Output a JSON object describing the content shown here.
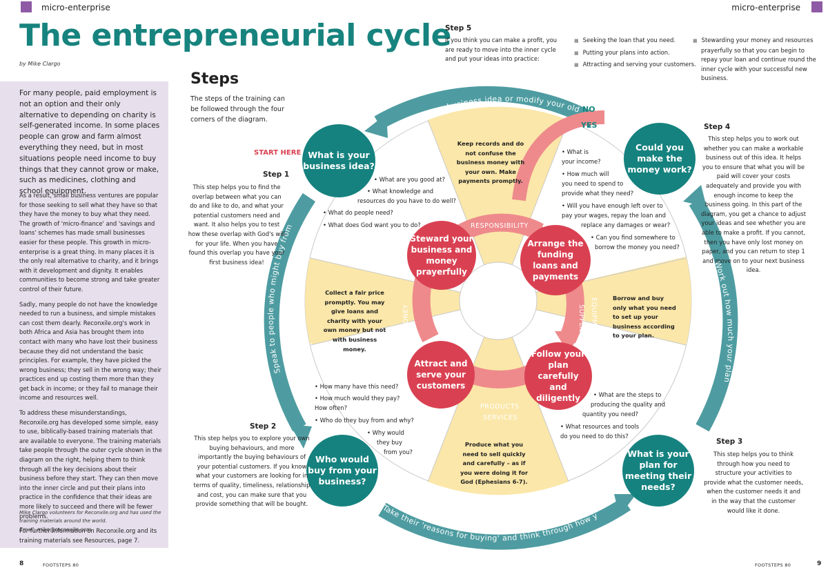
{
  "header": {
    "section_tag_left": "micro-enterprise",
    "section_tag_right": "micro-enterprise",
    "title": "The entrepreneurial cycle",
    "byline": "by Mike Clargo"
  },
  "left_page": {
    "intro": "For many people, paid employment is not an option and their only alternative to depending on charity is self-generated income. In some places people can grow and farm almost everything they need, but in most situations people need income to buy things that they cannot grow or make, such as medicines, clothing and school equipment.",
    "paragraphs": [
      "As a result, small business ventures are popular for those seeking to sell what they have so that they have the money to buy what they need. The growth of 'micro-finance' and 'savings and loans' schemes has made small businesses easier for these people. This growth in micro-enterprise is a great thing. In many places it is the only real alternative to charity, and it brings with it development and dignity. It enables communities to become strong and take greater control of their future.",
      "Sadly, many people do not have the knowledge needed to run a business, and simple mistakes can cost them dearly. Reconxile.org's work in both Africa and Asia has brought them into contact with many who have lost their business because they did not understand the basic principles. For example, they have picked the wrong business; they sell in the wrong way; their practices end up costing them more than they get back in income; or they fail to manage their income and resources well.",
      "To address these misunderstandings, Reconxile.org has developed some simple, easy to use, biblically-based training materials that are available to everyone. The training materials take people through the outer cycle shown in the diagram on the right, helping them to think through all the key decisions about their business before they start. They can then move into the inner circle and put their plans into practice in the confidence that their ideas are more likely to succeed and there will be fewer problems.",
      "For further information on Reconxile.org and its training materials see Resources, page 7."
    ],
    "credit": "Mike Clargo volunteers for Reconxile.org and has used the training materials around the world.",
    "email": "Email: mike@reconxile.com"
  },
  "steps": {
    "heading": "Steps",
    "subheading": "The steps of the training can be followed through the four corners of the diagram.",
    "start_here": "START HERE",
    "step1": {
      "heading": "Step 1",
      "text": "This step helps you to find the overlap between what you can do and like to do, and what your potential customers need and want. It also helps you to test how these overlap with God's will for your life. When you have found this overlap you have your first business idea!"
    },
    "step2": {
      "heading": "Step 2",
      "text": "This step helps you to explore your own buying behaviours, and more importantly the buying behaviours of your potential customers. If you know what your customers are looking for in terms of quality, timeliness, relationship and cost, you can make sure that you provide something that will be bought."
    },
    "step3": {
      "heading": "Step 3",
      "text": "This step helps you to think through how you need to structure your activities to provide what the customer needs, when the customer needs it and in the way that the customer would like it done."
    },
    "step4": {
      "heading": "Step 4",
      "text": "This step helps you to work out whether you can make a workable business out of this idea. It helps you to ensure that what you will be paid will cover your costs adequately and provide you with enough income to keep the business going. In this part of the diagram, you get a chance to adjust your ideas and see whether you are able to make a profit. If you cannot, then you have only lost money on paper, and you can return to step 1 and move on to your next business idea."
    },
    "step5": {
      "heading": "Step 5",
      "text": "If you think you can make a profit, you are ready to move into the inner cycle and put your ideas into practice:",
      "bullets_a": [
        "Seeking the loan that you need.",
        "Putting your plans into action.",
        "Attracting and serving your customers."
      ],
      "bullet_b": "Stewarding your money and resources prayerfully so that you can begin to repay your loan and continue round the inner cycle with your successful new business."
    }
  },
  "diagram": {
    "outer_circles": {
      "top_left": "What is your business idea?",
      "top_right": "Could you make the money work?",
      "bottom_left": "Who would buy from your business?",
      "bottom_right": "What is your plan for meeting their needs?"
    },
    "inner_circles": {
      "steward": "Steward your business and money prayerfully",
      "arrange": "Arrange the funding loans and payments",
      "attract": "Attract and serve your customers",
      "follow": "Follow your plan carefully and diligently"
    },
    "arrow_labels": {
      "responsibility": "RESPONSIBILITY",
      "money": "MONEY",
      "equipment": "EQUIPMENT",
      "supplies": "SUPPLIES",
      "products": "PRODUCTS",
      "services": "SERVICES"
    },
    "wedge_texts": {
      "top": "Keep records and do not confuse the business money with your own. Make payments promptly.",
      "left": "Collect a fair price promptly. You may give loans and charity with your own money but not with business money.",
      "right": "Borrow and buy only what you need to set up your business according to your plan.",
      "bottom": "Produce what you need to sell quickly and carefully – as if you were doing it for God (Ephesians 6-7)."
    },
    "rim_texts": {
      "top": "Think of a new business idea or modify your old one",
      "left": "Speak to people who might buy from you",
      "right": "Work out how much your plan will cost",
      "bottom": "Take their 'reasons for buying' and think through how you will do this"
    },
    "no_label": "NO",
    "yes_label": "YES",
    "questions": {
      "q1": "• What are you good at?",
      "q2": "• What knowledge and",
      "q2b": "resources do you have to do well?",
      "q3": "• What do people need?",
      "q4": "• What does God want you to do?",
      "q5": "• What is",
      "q5b": "your income?",
      "q6": "• How much will",
      "q6b": "you need to spend to",
      "q6c": "provide what they need?",
      "q7": "• Will you have enough left over to",
      "q7b": "pay your wages, repay the loan and",
      "q7c": "replace any damages or wear?",
      "q8": "• Can you find somewhere to",
      "q8b": "borrow the money you need?",
      "q9": "• How many have this need?",
      "q10": "• How much would they pay?",
      "q10b": "How often?",
      "q11": "• Who do they buy from and why?",
      "q12": "• Why would",
      "q12b": "they buy",
      "q12c": "from you?",
      "q13": "• What are the steps to",
      "q13b": "producing the quality and",
      "q13c": "quantity you need?",
      "q14": "• What resources and tools",
      "q14b": "do you need to do this?"
    }
  },
  "footer": {
    "left_page_number": "8",
    "right_page_number": "9",
    "left_publication": "FOOTSTEPS 80",
    "right_publication": "FOOTSTEPS 80"
  },
  "colors": {
    "teal": "#16827f",
    "red": "#d94152",
    "salmon": "#ee8a8c",
    "pale_yellow": "#fbe7a9",
    "lilac": "#e7e0ec",
    "purple": "#8e5aa5"
  }
}
